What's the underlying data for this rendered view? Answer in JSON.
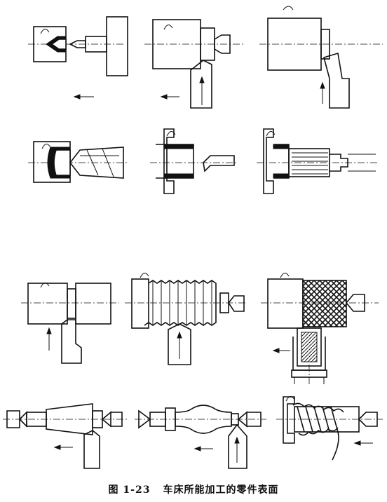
{
  "caption": {
    "figure_number": "图 1-23",
    "title": "车床所能加工的零件表面"
  },
  "colors": {
    "ink": "#111111",
    "paper": "#ffffff"
  },
  "panels": [
    {
      "id": "center-drilling",
      "icon": "center-drill-icon"
    },
    {
      "id": "outer-turning",
      "icon": "turning-tool-icon"
    },
    {
      "id": "facing",
      "icon": "facing-tool-icon"
    },
    {
      "id": "drilling",
      "icon": "twist-drill-icon"
    },
    {
      "id": "boring",
      "icon": "boring-bar-icon"
    },
    {
      "id": "reaming",
      "icon": "reamer-icon"
    },
    {
      "id": "grooving",
      "icon": "grooving-tool-icon"
    },
    {
      "id": "threading",
      "icon": "thread-tool-icon"
    },
    {
      "id": "knurling",
      "icon": "knurling-wheel-icon"
    },
    {
      "id": "taper-turning",
      "icon": "taper-icon"
    },
    {
      "id": "form-turning",
      "icon": "form-profile-icon"
    },
    {
      "id": "coil-winding",
      "icon": "spring-coil-icon"
    }
  ]
}
